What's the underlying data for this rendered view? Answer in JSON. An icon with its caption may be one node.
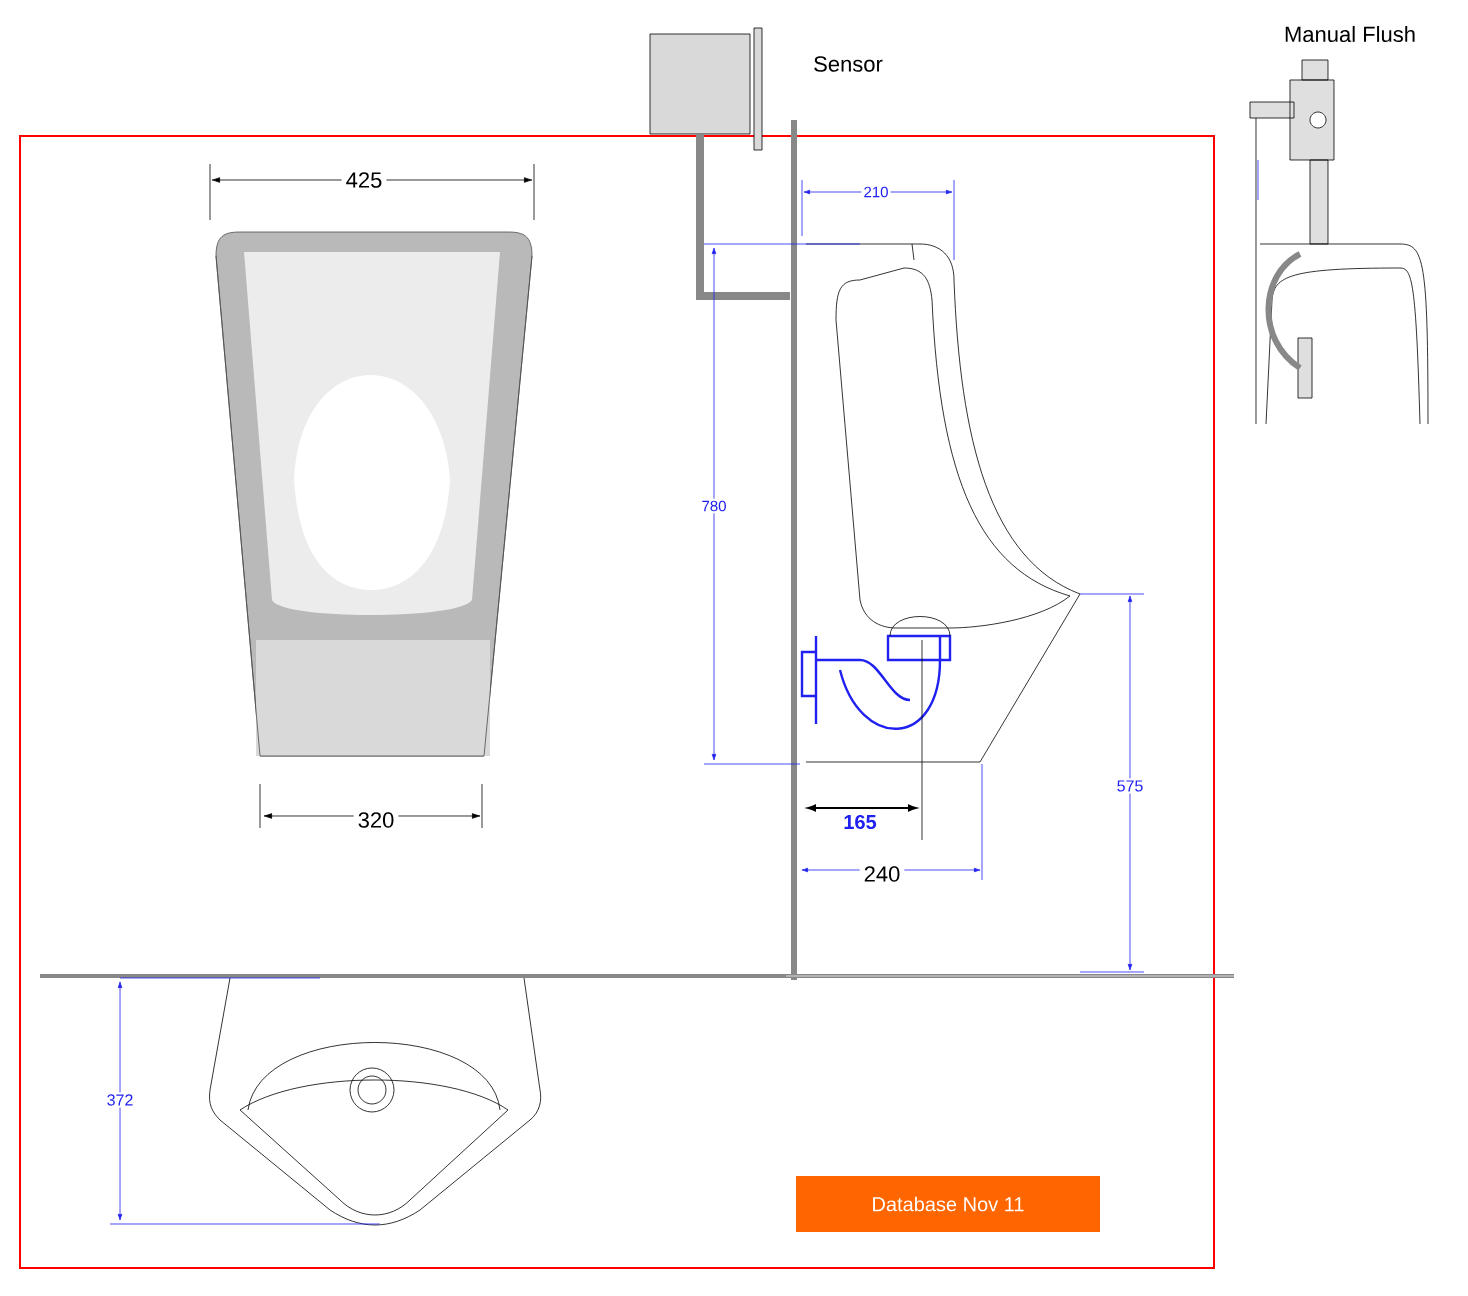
{
  "diagram": {
    "nodes": [
      {
        "text": [
          "Database Nov 11"
        ]
      }
    ],
    "labels": [
      "Manual Flush",
      "Sensor",
      "425",
      "210",
      "780",
      "575",
      "165",
      "320",
      "240",
      "372"
    ]
  }
}
